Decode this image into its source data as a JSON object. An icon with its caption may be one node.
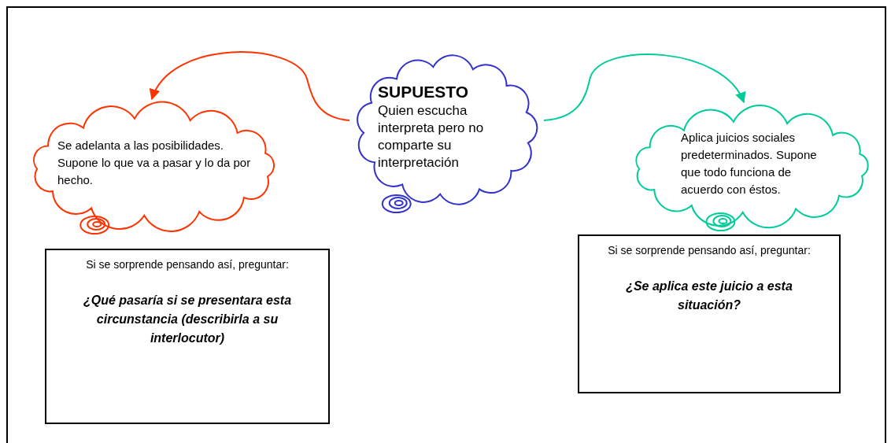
{
  "diagram": {
    "nodes": [
      {
        "text": [
          "SUPUESTO",
          "Quien escucha interpreta pero no comparte su interpretación"
        ]
      },
      {
        "text": [
          "Se adelanta a las posibilidades. Supone lo que va a pasar y lo da por hecho."
        ]
      },
      {
        "text": [
          "Aplica juicios sociales predeterminados. Supone que todo funciona de acuerdo con éstos."
        ]
      },
      {
        "text": [
          "Si se sorprende pensando así, preguntar:",
          "¿Qué pasaría si se presentara esta circunstancia (describirla a su interlocutor)"
        ]
      },
      {
        "text": [
          "Si se sorprende pensando así, preguntar:",
          "¿Se aplica este juicio a esta situación?"
        ]
      }
    ],
    "edges": [
      {
        "from": 0,
        "to": 1,
        "arrow": "to",
        "color": "#ff3300"
      },
      {
        "from": 0,
        "to": 2,
        "arrow": "to",
        "color": "#00cc99"
      }
    ]
  }
}
